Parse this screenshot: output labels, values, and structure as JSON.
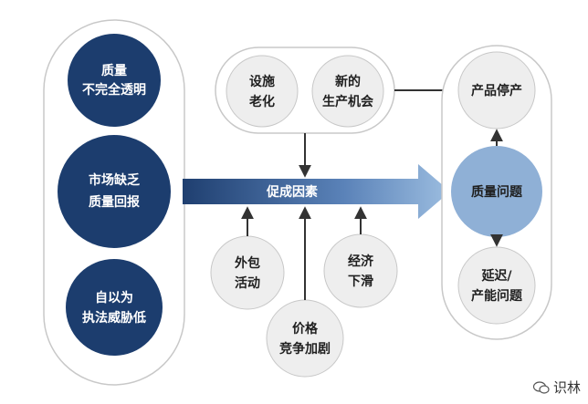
{
  "left_group": {
    "items": [
      [
        "质量",
        "不完全透明"
      ],
      [
        "市场缺乏",
        "质量回报"
      ],
      [
        "自以为",
        "执法威胁低"
      ]
    ]
  },
  "top_group": {
    "items": [
      [
        "设施",
        "老化"
      ],
      [
        "新的",
        "生产机会"
      ]
    ]
  },
  "central_arrow": {
    "label": "促成因素"
  },
  "bottom_factors": {
    "items": [
      [
        "外包",
        "活动"
      ],
      [
        "价格",
        "竞争加剧"
      ],
      [
        "经济",
        "下滑"
      ]
    ]
  },
  "right_group": {
    "top": "产品停产",
    "center": "质量问题",
    "bottom": [
      "延迟/",
      "产能问题"
    ]
  },
  "watermark": {
    "text": "识林"
  },
  "colors": {
    "navy": "#1c3d6e",
    "arrow_start": "#1f3f70",
    "arrow_end": "#8fb3d9",
    "center_circle": "#8fb0d6",
    "light_circle": "#eeeeee",
    "outline": "#c8c8c8"
  }
}
